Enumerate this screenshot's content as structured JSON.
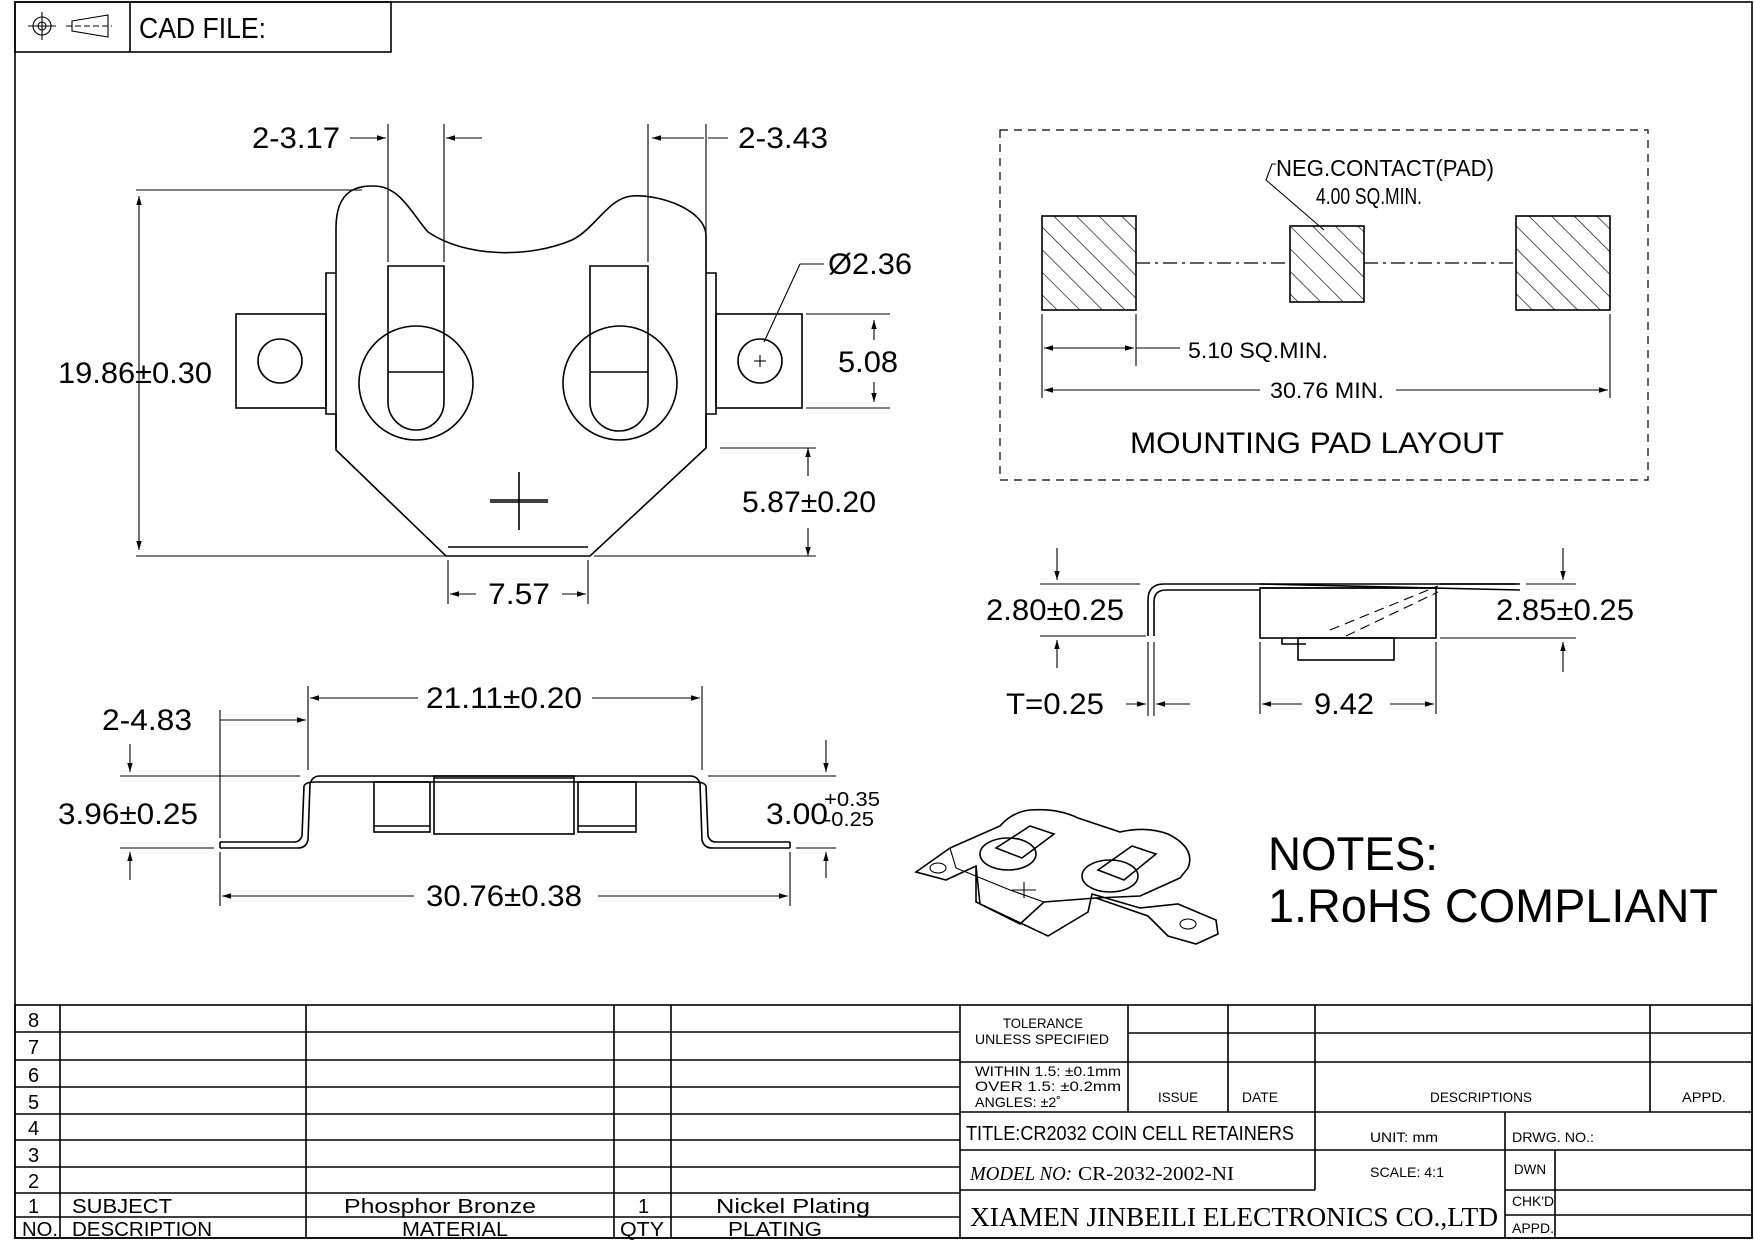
{
  "header": {
    "cad_file_label": "CAD FILE:"
  },
  "top_view": {
    "dims": {
      "slot_left": "2-3.17",
      "slot_right": "2-3.43",
      "height": "19.86±0.30",
      "hole_dia": "Ø2.36",
      "tab_width": "5.08",
      "tab_offset": "5.87±0.20",
      "bottom_width": "7.57"
    }
  },
  "pad_layout": {
    "neg_contact": "NEG.CONTACT(PAD)",
    "neg_contact_size": "4.00 SQ.MIN.",
    "pad_size": "5.10 SQ.MIN.",
    "pad_span": "30.76 MIN.",
    "title": "MOUNTING PAD LAYOUT"
  },
  "side_view": {
    "dims": {
      "left_height": "2.80±0.25",
      "right_height": "2.85±0.25",
      "thickness": "T=0.25",
      "contact_width": "9.42"
    }
  },
  "front_view": {
    "dims": {
      "tab_len": "2-4.83",
      "inner_width": "21.11±0.20",
      "height": "3.96±0.25",
      "step_height": "3.00",
      "step_tol_upper": "+0.35",
      "step_tol_lower": "-0.25",
      "overall_width": "30.76±0.38"
    }
  },
  "notes": {
    "heading": "NOTES:",
    "line1": "1.RoHS COMPLIANT"
  },
  "title_block": {
    "row_numbers": [
      "8",
      "7",
      "6",
      "5",
      "4",
      "3",
      "2",
      "1"
    ],
    "row1": {
      "subject": "SUBJECT",
      "material": "Phosphor Bronze",
      "qty": "1",
      "plating": "Nickel Plating"
    },
    "header_row": {
      "no": "NO.",
      "description": "DESCRIPTION",
      "material": "MATERIAL",
      "qty": "QTY",
      "plating": "PLATING"
    },
    "tolerance": {
      "title1": "TOLERANCE",
      "title2": "UNLESS  SPECIFIED",
      "within": "WITHIN  1.5: ±0.1mm",
      "over": "OVER  1.5:  ±0.2mm",
      "angles": "ANGLES: ±2˚"
    },
    "revision_headers": {
      "issue": "ISSUE",
      "date": "DATE",
      "descriptions": "DESCRIPTIONS",
      "appd": "APPD."
    },
    "title": "TITLE:CR2032  COIN  CELL  RETAINERS",
    "model_label": "MODEL  NO:",
    "model_value": "CR-2032-2002-NI",
    "company": "XIAMEN JINBEILI ELECTRONICS CO.,LTD",
    "unit": "UNIT: mm",
    "scale": "SCALE: 4:1",
    "drwg_no": "DRWG.  NO.:",
    "dwn": "DWN",
    "chkd": "CHK'D",
    "appd": "APPD."
  }
}
